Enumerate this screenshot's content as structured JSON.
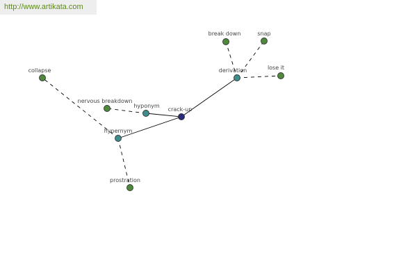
{
  "banner": {
    "url": "http://www.artikata.com"
  },
  "graph": {
    "root": "crack-up",
    "nodes": [
      {
        "id": "crack-up",
        "label": "crack-up",
        "kind": "root"
      },
      {
        "id": "derivation",
        "label": "derivation",
        "kind": "relation"
      },
      {
        "id": "hyponym",
        "label": "hyponym",
        "kind": "relation"
      },
      {
        "id": "hypernym",
        "label": "hypernym",
        "kind": "relation"
      },
      {
        "id": "break-down",
        "label": "break down",
        "kind": "word"
      },
      {
        "id": "snap",
        "label": "snap",
        "kind": "word"
      },
      {
        "id": "lose-it",
        "label": "lose it",
        "kind": "word"
      },
      {
        "id": "nervous-breakdown",
        "label": "nervous breakdown",
        "kind": "word"
      },
      {
        "id": "collapse",
        "label": "collapse",
        "kind": "word"
      },
      {
        "id": "prostration",
        "label": "prostration",
        "kind": "word"
      }
    ],
    "edges": [
      {
        "from": "crack-up",
        "to": "derivation",
        "style": "solid"
      },
      {
        "from": "crack-up",
        "to": "hyponym",
        "style": "solid"
      },
      {
        "from": "crack-up",
        "to": "hypernym",
        "style": "solid"
      },
      {
        "from": "derivation",
        "to": "break-down",
        "style": "dashed"
      },
      {
        "from": "derivation",
        "to": "snap",
        "style": "dashed"
      },
      {
        "from": "derivation",
        "to": "lose-it",
        "style": "dashed"
      },
      {
        "from": "hyponym",
        "to": "nervous-breakdown",
        "style": "dashed"
      },
      {
        "from": "hypernym",
        "to": "collapse",
        "style": "dashed"
      },
      {
        "from": "hypernym",
        "to": "prostration",
        "style": "dashed"
      }
    ],
    "colors": {
      "word": "#4f8a3c",
      "relation": "#3f8d8d",
      "root": "#2a2a7a",
      "banner_text": "#5d8a1a"
    }
  }
}
